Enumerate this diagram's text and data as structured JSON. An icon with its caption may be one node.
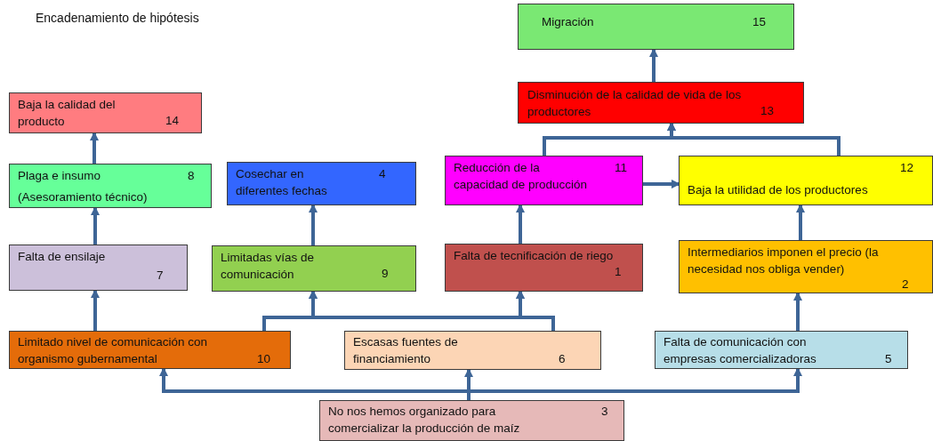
{
  "diagram": {
    "title": "Encadenamiento de hipótesis",
    "nodes": [
      {
        "text": [
          "Migración",
          "15"
        ]
      },
      {
        "text": [
          "Disminución de la calidad de vida de los productores",
          "13"
        ]
      },
      {
        "text": [
          "Baja la calidad del producto",
          "14"
        ]
      },
      {
        "text": [
          "Plaga e insumo",
          "8",
          "(Asesoramiento técnico)"
        ]
      },
      {
        "text": [
          "Cosechar en diferentes fechas",
          "4"
        ]
      },
      {
        "text": [
          "Reducción de la capacidad de producción",
          "11"
        ]
      },
      {
        "text": [
          "12",
          "Baja la utilidad de los productores"
        ]
      },
      {
        "text": [
          "Falta de ensilaje",
          "7"
        ]
      },
      {
        "text": [
          "Limitadas vías de comunicación",
          "9"
        ]
      },
      {
        "text": [
          "Falta de tecnificación de riego",
          "1"
        ]
      },
      {
        "text": [
          "Intermediarios imponen el precio (la necesidad nos obliga vender)",
          "2"
        ]
      },
      {
        "text": [
          "Limitado nivel de comunicación con organismo gubernamental",
          "10"
        ]
      },
      {
        "text": [
          "Escasas fuentes de financiamiento",
          "6"
        ]
      },
      {
        "text": [
          "Falta de comunicación con empresas comercializadoras",
          "5"
        ]
      },
      {
        "text": [
          "No nos hemos organizado para comercializar la producción de maíz",
          "3"
        ]
      }
    ],
    "edges": [
      {
        "from": 1,
        "to": 0,
        "arrow": "to"
      },
      {
        "from": 3,
        "to": 2,
        "arrow": "to"
      },
      {
        "from": 7,
        "to": 3,
        "arrow": "to"
      },
      {
        "from": 8,
        "to": 4,
        "arrow": "to"
      },
      {
        "from": 5,
        "to": 1,
        "arrow": "to"
      },
      {
        "from": 6,
        "to": 1,
        "arrow": "to"
      },
      {
        "from": 5,
        "to": 6,
        "arrow": "to"
      },
      {
        "from": 9,
        "to": 5,
        "arrow": "to"
      },
      {
        "from": 10,
        "to": 6,
        "arrow": "to"
      },
      {
        "from": 11,
        "to": 7,
        "arrow": "to"
      },
      {
        "from": 11,
        "to": 8,
        "arrow": "to"
      },
      {
        "from": 11,
        "to": 9,
        "arrow": "to"
      },
      {
        "from": 12,
        "to": 8,
        "arrow": "to"
      },
      {
        "from": 12,
        "to": 9,
        "arrow": "to"
      },
      {
        "from": 13,
        "to": 10,
        "arrow": "to"
      },
      {
        "from": 14,
        "to": 11,
        "arrow": "to"
      },
      {
        "from": 14,
        "to": 12,
        "arrow": "to"
      },
      {
        "from": 14,
        "to": 13,
        "arrow": "to"
      }
    ]
  }
}
